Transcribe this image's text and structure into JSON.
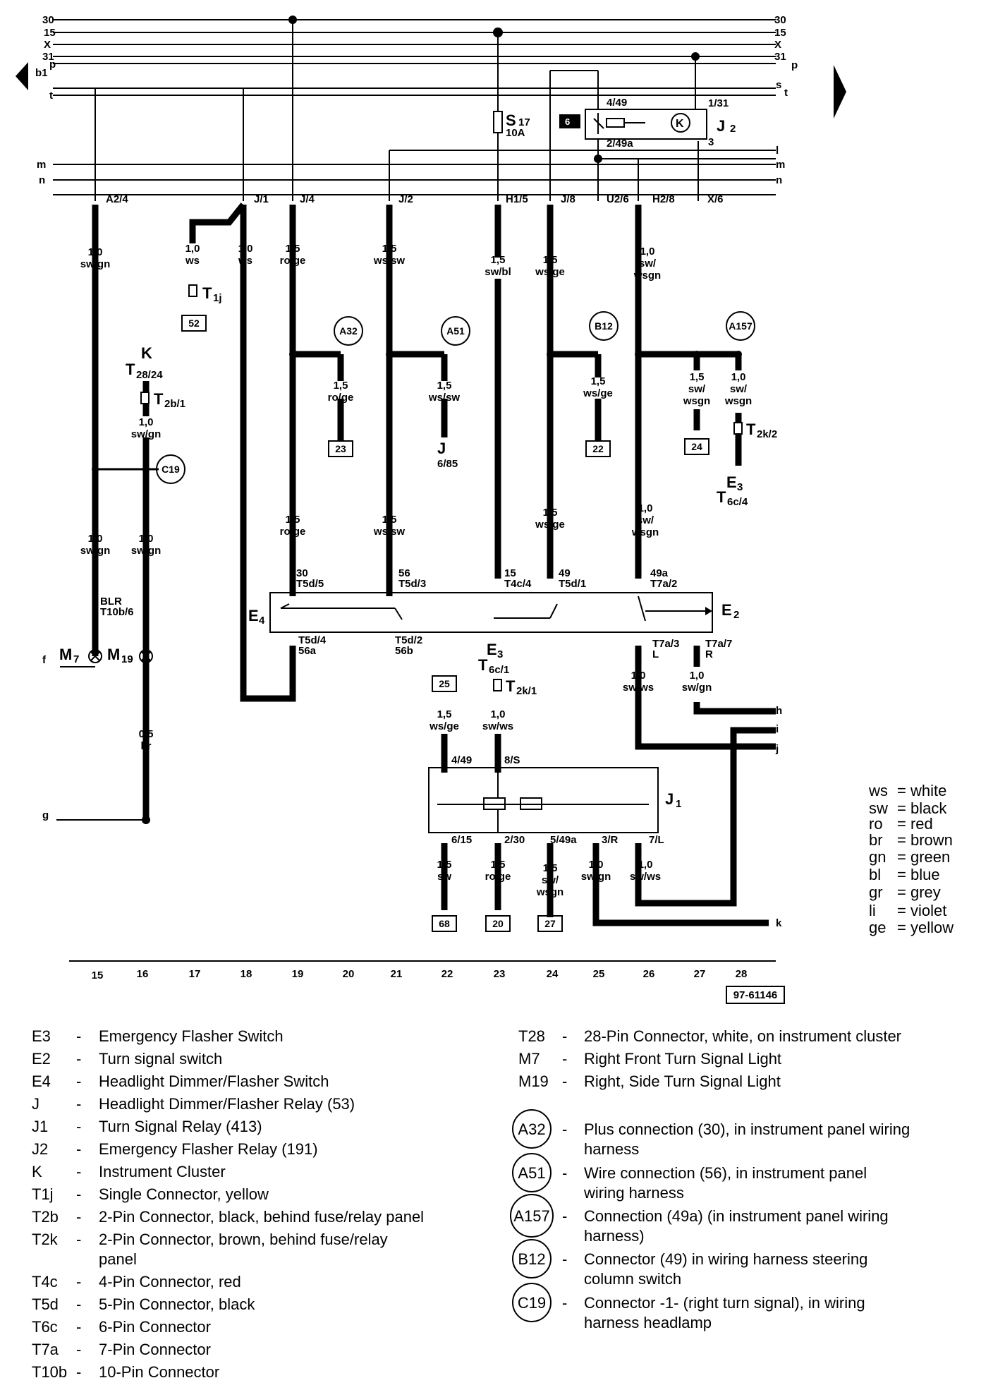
{
  "rails": {
    "left": [
      "30",
      "15",
      "X",
      "31",
      "p",
      "b1",
      "t",
      "m",
      "n"
    ],
    "right": [
      "30",
      "15",
      "X",
      "31",
      "p",
      "s",
      "t",
      "l",
      "m",
      "n"
    ]
  },
  "relay_j2": {
    "label": "J",
    "sub": "2",
    "badge": "6",
    "pin1": "4/49",
    "pin2": "1/31",
    "pin3": "2/49a",
    "pin4": "3",
    "symbol": "K"
  },
  "fuse": {
    "label": "S",
    "sub": "17",
    "rating": "10A"
  },
  "connectors_top": [
    "A2/4",
    "J/1",
    "J/4",
    "J/2",
    "H1/5",
    "J/8",
    "U2/6",
    "H2/8",
    "X/6"
  ],
  "wires": {
    "w15a": [
      "1,0",
      "sw/gn"
    ],
    "w17": [
      "1,0",
      "ws"
    ],
    "w18": [
      "1,0",
      "ws"
    ],
    "w19a": [
      "1,5",
      "ro/ge"
    ],
    "w21a": [
      "1,5",
      "ws/sw"
    ],
    "w23": [
      "1,5",
      "sw/bl"
    ],
    "w24a": [
      "1,5",
      "ws/ge"
    ],
    "w26a": [
      "1,0",
      "sw/",
      "wsgn"
    ],
    "w20": [
      "1,5",
      "ro/ge"
    ],
    "w21b": [
      "1,5",
      "ws/sw"
    ],
    "w25": [
      "1,5",
      "ws/ge"
    ],
    "w27": [
      "1,5",
      "sw/",
      "wsgn"
    ],
    "w28": [
      "1,0",
      "sw/",
      "wsgn"
    ],
    "w16a": [
      "1,0",
      "sw/gn"
    ],
    "w15b": [
      "1,0",
      "sw/gn"
    ],
    "w16b": [
      "1,0",
      "sw/gn"
    ],
    "w19b": [
      "1,5",
      "ro/ge"
    ],
    "w21c": [
      "1,5",
      "ws/sw"
    ],
    "w24b": [
      "1,5",
      "ws/ge"
    ],
    "w26b": [
      "1,0",
      "sw/",
      "wsgn"
    ],
    "w16c": [
      "0,5",
      "br"
    ],
    "w26c": [
      "1,0",
      "sw/ws"
    ],
    "w27b": [
      "1,0",
      "sw/gn"
    ],
    "w22a": [
      "1,5",
      "ws/ge"
    ],
    "w23b": [
      "1,0",
      "sw/ws"
    ],
    "wj1a": [
      "1,5",
      "sw"
    ],
    "wj1b": [
      "1,5",
      "ro/ge"
    ],
    "wj1c": [
      "1,5",
      "sw/",
      "wsgn"
    ],
    "wj1d": [
      "1,0",
      "sw/gn"
    ],
    "wj1e": [
      "1,0",
      "sw/ws"
    ]
  },
  "circles": [
    "A32",
    "A51",
    "B12",
    "A157",
    "C19"
  ],
  "boxes": [
    "52",
    "23",
    "22",
    "24",
    "25",
    "68",
    "20",
    "27"
  ],
  "components": {
    "t1j": "T",
    "t1j_sub": "1j",
    "k": "K",
    "t28": "T",
    "t28_sub": "28/24",
    "t2b": "T",
    "t2b_sub": "2b/1",
    "j": "J",
    "j_pin": "6/85",
    "t2k": "T",
    "t2k_sub": "2k/2",
    "e3": "E",
    "e3_sub": "3",
    "t6c": "T",
    "t6c_sub": "6c/4",
    "e4": "E",
    "e4_sub": "4",
    "e2": "E",
    "e2_sub": "2",
    "e3b": "E",
    "e3b_sub": "3",
    "t6cb": "T",
    "t6cb_sub": "6c/1",
    "t2kb": "T",
    "t2kb_sub": "2k/1",
    "j1": "J",
    "j1_sub": "1",
    "m7": "M",
    "m7_sub": "7",
    "m19": "M",
    "m19_sub": "19"
  },
  "switch_pins": {
    "p30": "30",
    "t5d5": "T5d/5",
    "p56": "56",
    "t5d3": "T5d/3",
    "p15": "15",
    "t4c4": "T4c/4",
    "p49": "49",
    "t5d1": "T5d/1",
    "p49a": "49a",
    "t7a2": "T7a/2",
    "t5d4": "T5d/4",
    "p56a": "56a",
    "t5d2": "T5d/2",
    "p56b": "56b",
    "t7a3": "T7a/3",
    "L": "L",
    "t7a7": "T7a/7",
    "R": "R",
    "blr": "BLR",
    "t10b6": "T10b/6"
  },
  "j1_pins": {
    "top1": "4/49",
    "top2": "8/S",
    "b1": "6/15",
    "b2": "2/30",
    "b3": "5/49a",
    "b4": "3/R",
    "b5": "7/L"
  },
  "side_labels": {
    "f": "f",
    "g": "g",
    "h": "h",
    "i": "i",
    "j": "j",
    "k": "k"
  },
  "ruler": [
    "15",
    "16",
    "17",
    "18",
    "19",
    "20",
    "21",
    "22",
    "23",
    "24",
    "25",
    "26",
    "27",
    "28"
  ],
  "figure_id": "97-61146",
  "color_legend": [
    [
      "ws",
      "= white"
    ],
    [
      "sw",
      "= black"
    ],
    [
      "ro",
      "= red"
    ],
    [
      "br",
      "= brown"
    ],
    [
      "gn",
      "= green"
    ],
    [
      "bl",
      "= blue"
    ],
    [
      "gr",
      "= grey"
    ],
    [
      "li",
      "= violet"
    ],
    [
      "ge",
      "= yellow"
    ]
  ],
  "legend_left": [
    [
      "E3",
      "Emergency Flasher Switch"
    ],
    [
      "E2",
      "Turn signal switch"
    ],
    [
      "E4",
      "Headlight Dimmer/Flasher Switch"
    ],
    [
      "J",
      "Headlight Dimmer/Flasher Relay (53)"
    ],
    [
      "J1",
      "Turn Signal Relay (413)"
    ],
    [
      "J2",
      "Emergency Flasher Relay (191)"
    ],
    [
      "K",
      "Instrument Cluster"
    ],
    [
      "T1j",
      "Single Connector, yellow"
    ],
    [
      "T2b",
      "2-Pin Connector, black, behind fuse/relay panel"
    ],
    [
      "T2k",
      "2-Pin Connector, brown, behind fuse/relay",
      "panel"
    ],
    [
      "T4c",
      "4-Pin Connector, red"
    ],
    [
      "T5d",
      "5-Pin Connector, black"
    ],
    [
      "T6c",
      "6-Pin Connector"
    ],
    [
      "T7a",
      "7-Pin Connector"
    ],
    [
      "T10b",
      "10-Pin Connector"
    ]
  ],
  "legend_right": [
    [
      "T28",
      "28-Pin Connector, white, on instrument cluster"
    ],
    [
      "M7",
      "Right Front Turn Signal Light"
    ],
    [
      "M19",
      "Right, Side Turn Signal Light"
    ]
  ],
  "legend_circles": [
    [
      "A32",
      "Plus connection (30), in instrument panel wiring",
      "harness"
    ],
    [
      "A51",
      "Wire connection (56), in instrument panel",
      "wiring harness"
    ],
    [
      "A157",
      "Connection (49a) (in instrument panel wiring",
      "harness)"
    ],
    [
      "B12",
      "Connector (49) in wiring harness steering",
      "column switch"
    ],
    [
      "C19",
      "Connector -1- (right turn signal), in wiring",
      "harness headlamp"
    ]
  ]
}
